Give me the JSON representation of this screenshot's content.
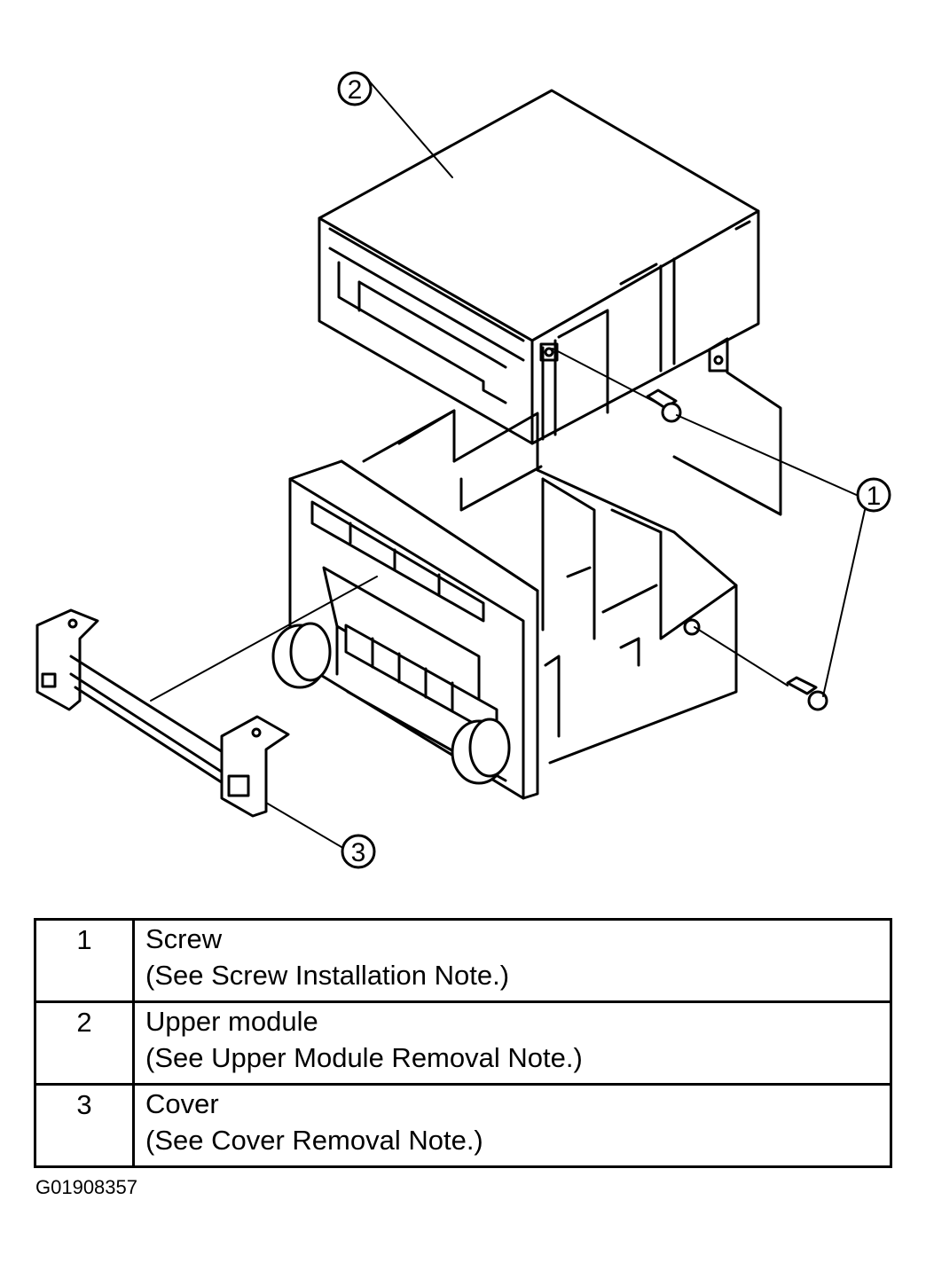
{
  "diagram": {
    "callouts": [
      "1",
      "2",
      "3"
    ]
  },
  "legend": {
    "rows": [
      {
        "number": "1",
        "name": "Screw",
        "note": "(See Screw Installation Note.)"
      },
      {
        "number": "2",
        "name": "Upper module",
        "note": "(See  Upper Module Removal Note.)"
      },
      {
        "number": "3",
        "name": "Cover",
        "note": "(See  Cover Removal Note.)"
      }
    ]
  },
  "figure_id": "G01908357"
}
